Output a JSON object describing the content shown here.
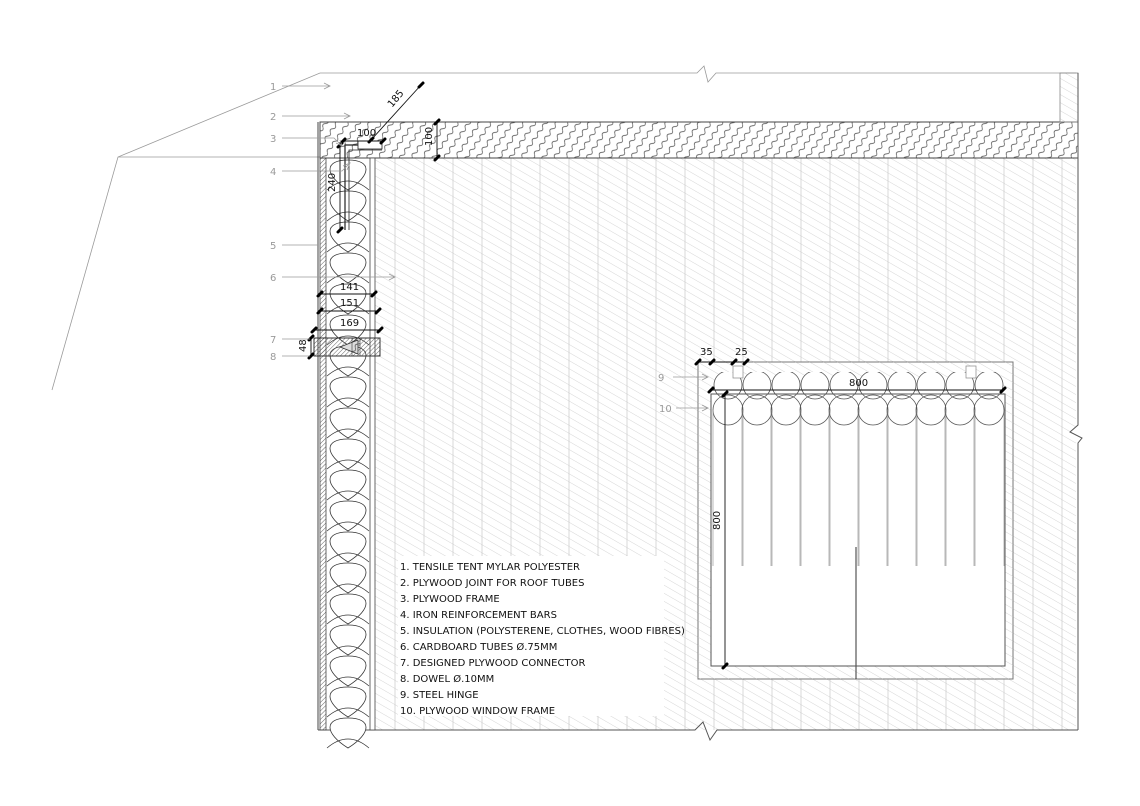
{
  "callouts": [
    "1",
    "2",
    "3",
    "4",
    "5",
    "6",
    "7",
    "8",
    "9",
    "10"
  ],
  "dimensions": {
    "d185": "185",
    "d100a": "100",
    "d100b": "100",
    "d240": "240",
    "d141": "141",
    "d151": "151",
    "d169": "169",
    "d48": "48",
    "d35": "35",
    "d25": "25",
    "d800h": "800",
    "d800v": "800"
  },
  "legend": [
    "1. TENSILE TENT MYLAR POLYESTER",
    "2. PLYWOOD JOINT FOR ROOF TUBES",
    "3. PLYWOOD FRAME",
    "4. IRON REINFORCEMENT BARS",
    "5. INSULATION (POLYSTERENE, CLOTHES, WOOD FIBRES)",
    "6. CARDBOARD TUBES Ø.75MM",
    "7. DESIGNED PLYWOOD CONNECTOR",
    "8. DOWEL Ø.10MM",
    "9. STEEL HINGE",
    "10. PLYWOOD WINDOW FRAME"
  ],
  "colors": {
    "line": "#9a9a9a",
    "ink": "#111111",
    "hatch": "#b8b8b8"
  }
}
